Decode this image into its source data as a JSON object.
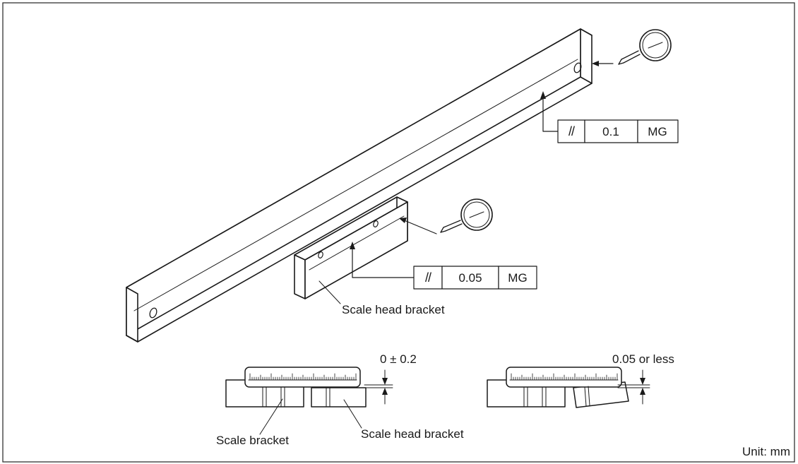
{
  "fcf_upper": {
    "symbol": "//",
    "tolerance": "0.1",
    "datum": "MG"
  },
  "fcf_lower": {
    "symbol": "//",
    "tolerance": "0.05",
    "datum": "MG"
  },
  "labels": {
    "scale_head_bracket_top": "Scale head bracket",
    "scale_bracket": "Scale bracket",
    "scale_head_bracket_bottom": "Scale head bracket",
    "offset_tolerance": "0 ± 0.2",
    "step_tolerance": "0.05 or less",
    "unit": "Unit: mm"
  }
}
